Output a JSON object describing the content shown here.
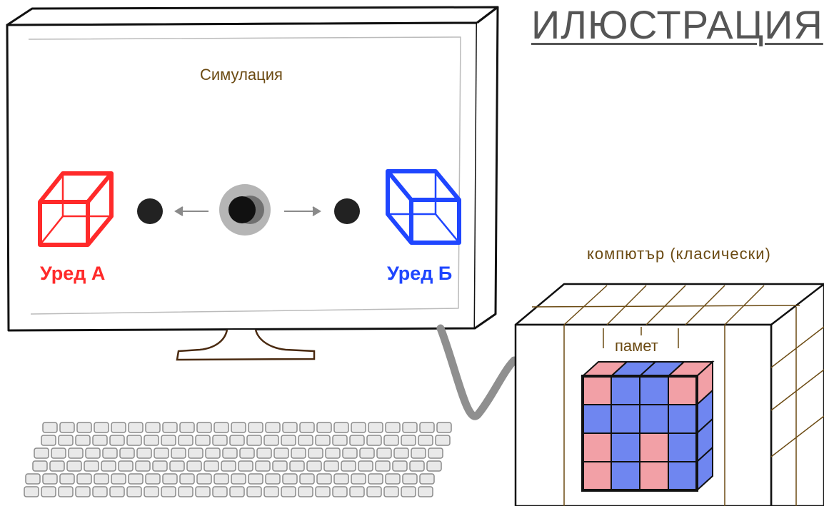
{
  "title": "ИЛЮСТРАЦИЯ",
  "monitor": {
    "screen_title": "Симулация",
    "device_a": {
      "label": "Уред А",
      "color": "#ff2a2a"
    },
    "device_b": {
      "label": "Уред Б",
      "color": "#1f46ff"
    }
  },
  "computer": {
    "label": "компютър   (класически)",
    "memory_label": "памет",
    "memory_colors": {
      "red": "#f2a0a6",
      "blue": "#6f86f0"
    }
  },
  "icons": [
    "cube-icon",
    "particle-icon",
    "arrow-left-icon",
    "arrow-right-icon",
    "keyboard-icon",
    "cable-icon"
  ]
}
